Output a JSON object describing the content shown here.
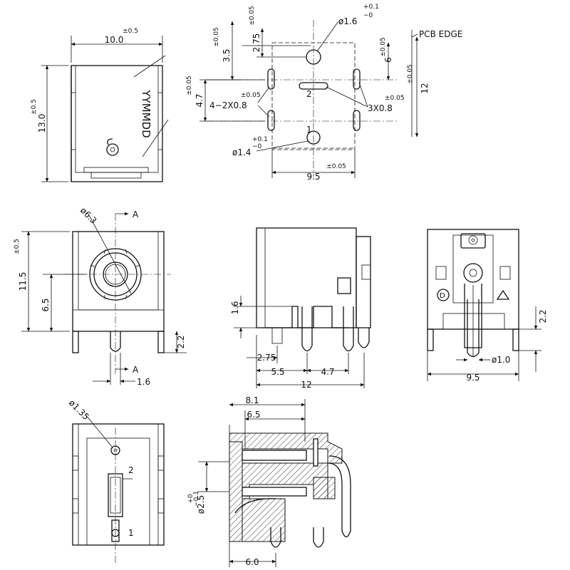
{
  "views": {
    "top": {
      "width": "10.0",
      "width_tol": "±0.5",
      "height": "13.0",
      "height_tol": "±0.5",
      "brand": "YYMMDD"
    },
    "pcb": {
      "edge_label": "PCB EDGE",
      "d_hole_top": "ø1.6",
      "d_hole_top_tol_plus": "+0.1",
      "d_hole_top_tol_minus": "−0",
      "d_hole_bot": "ø1.4",
      "d_hole_bot_tol_plus": "+0.1",
      "d_hole_bot_tol_minus": "−0",
      "dim_3_5": "3.5",
      "dim_3_5_tol": "±0.05",
      "dim_2_75": "2.75",
      "dim_2_75_tol": "±0.05",
      "dim_6": "6",
      "dim_6_tol": "±0.05",
      "dim_12": "12",
      "dim_12_tol": "±0.05",
      "dim_4_7": "4.7",
      "dim_4_7_tol": "±0.05",
      "slot_left": "4−2X0.8",
      "slot_left_tol": "±0.05",
      "slot_right": "3X0.8",
      "slot_right_tol": "±0.05",
      "dim_9_5": "9.5",
      "dim_9_5_tol": "±0.05",
      "pin_2": "2",
      "pin_1": "1"
    },
    "front": {
      "dia": "ø6.3",
      "section_a": "A",
      "height": "11.5",
      "height_tol": "±0.5",
      "center": "6.5",
      "pin_h": "2.2",
      "pin_w": "1.6"
    },
    "side": {
      "d_1_6": "1.6",
      "d_2_75": "2.75",
      "d_5_5": "5.5",
      "d_4_7": "4.7",
      "d_12": "12"
    },
    "back": {
      "d_2_2": "2.2",
      "d_1_0": "ø1.0",
      "d_9_5": "9.5"
    },
    "bottom": {
      "dia": "ø1.35",
      "pin_2": "2",
      "pin_1": "1"
    },
    "section": {
      "d_8_1": "8.1",
      "d_6_5": "6.5",
      "d_6_0": "6.0",
      "d_2_5": "ø2.5",
      "d_2_5_tol_plus": "+0",
      "d_2_5_tol_minus": "−0.1"
    }
  }
}
